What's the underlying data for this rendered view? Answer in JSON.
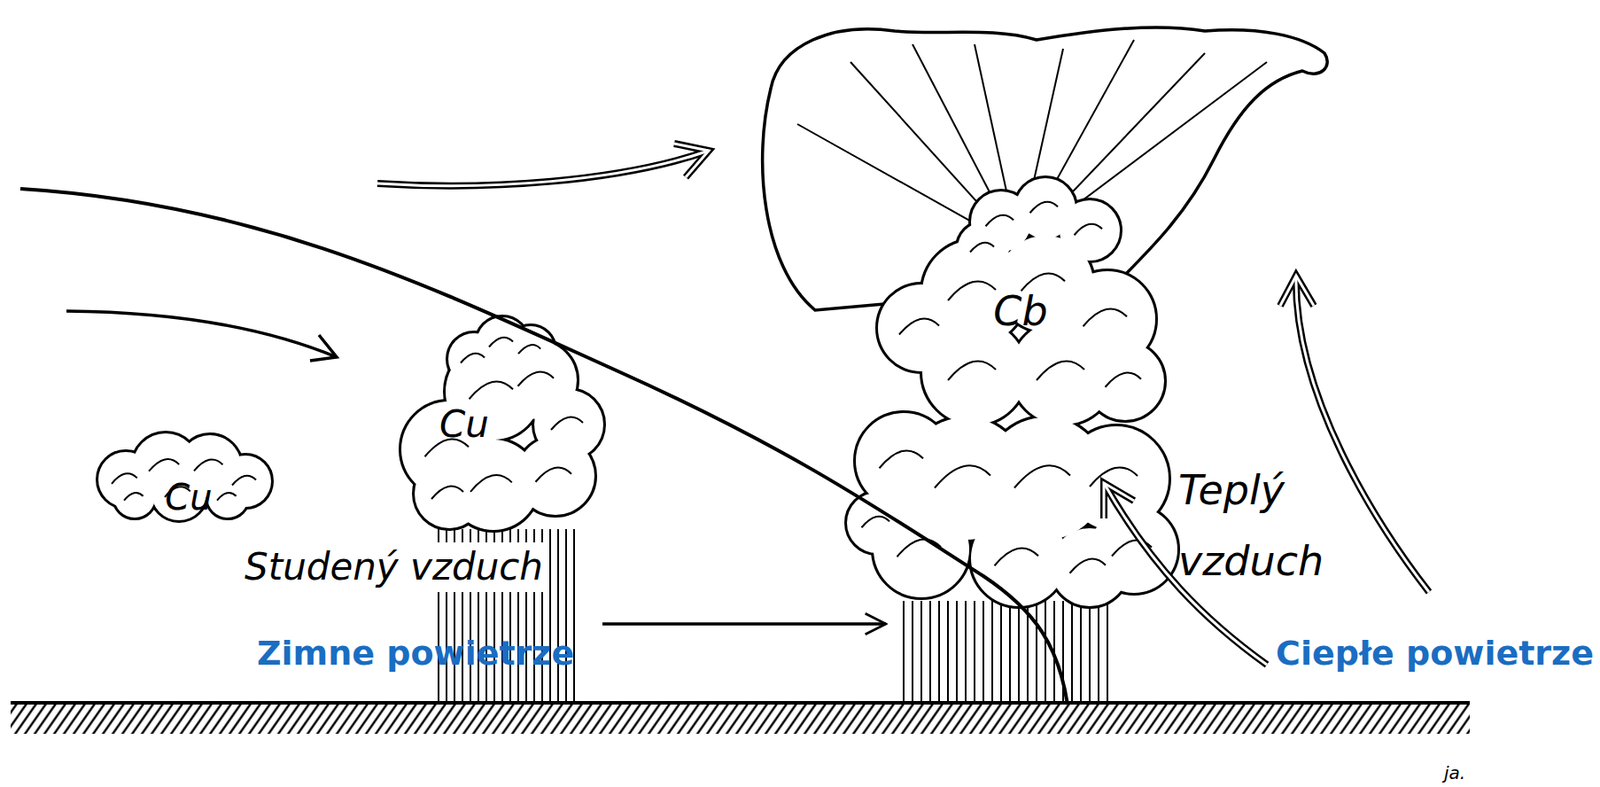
{
  "diagram": {
    "nodes": [
      {
        "text": [
          "Cu"
        ]
      },
      {
        "text": [
          "Cu"
        ]
      },
      {
        "text": [
          "Cb"
        ]
      }
    ],
    "edges": [
      {
        "from": 1,
        "to": 2,
        "arrow": "to"
      }
    ],
    "labels": [
      "Studený vzduch",
      "Zimne powietrze",
      "Teplý vzduch",
      "Ciepłe powietrze",
      "ja."
    ]
  }
}
